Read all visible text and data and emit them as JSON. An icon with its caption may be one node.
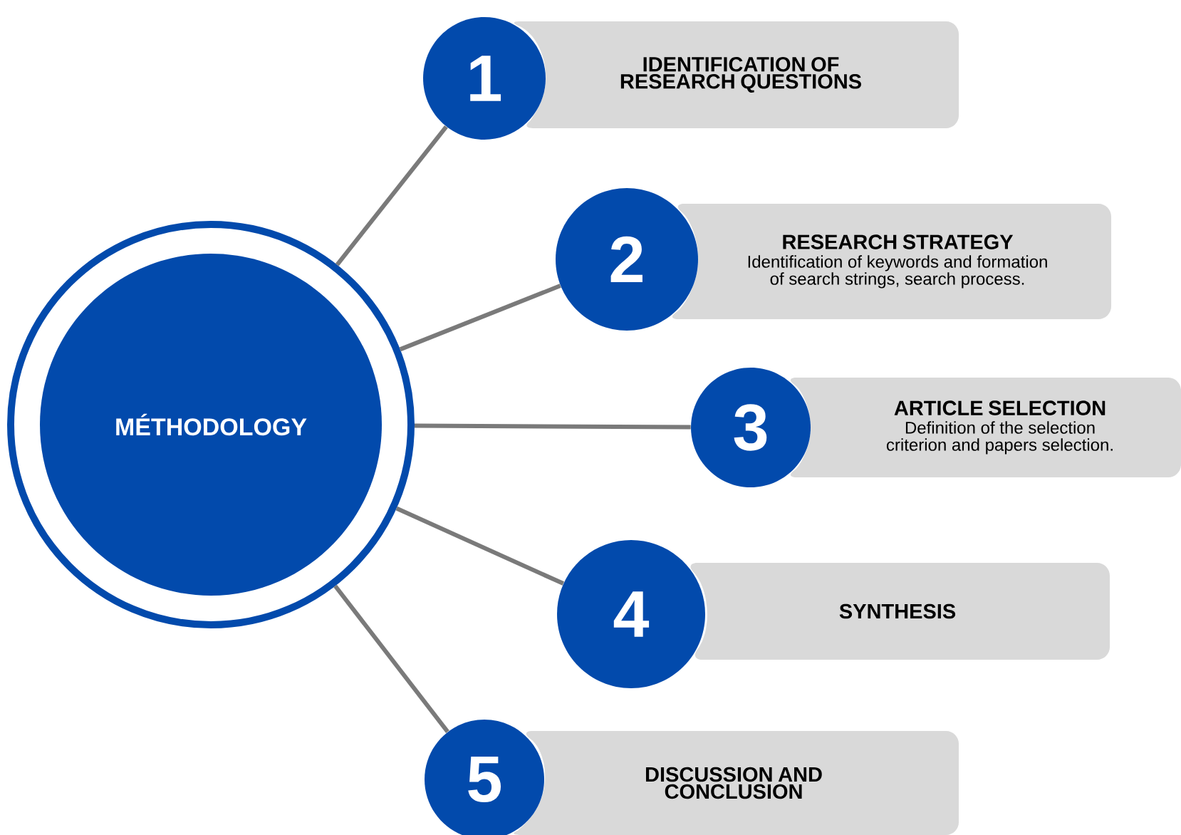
{
  "diagram": {
    "nodes": [
      {
        "text": [
          "MÉTHODOLOGY"
        ]
      },
      {
        "text": [
          "1"
        ]
      },
      {
        "text": [
          "IDENTIFICATION OF RESEARCH QUESTIONS"
        ]
      },
      {
        "text": [
          "2"
        ]
      },
      {
        "text": [
          "RESEARCH STRATEGY",
          "Identification of keywords and formation of search strings, search process."
        ]
      },
      {
        "text": [
          "3"
        ]
      },
      {
        "text": [
          "ARTICLE SELECTION",
          "Definition of the selection criterion and papers selection."
        ]
      },
      {
        "text": [
          "4"
        ]
      },
      {
        "text": [
          "SYNTHESIS"
        ]
      },
      {
        "text": [
          "5"
        ]
      },
      {
        "text": [
          "DISCUSSION AND CONCLUSION"
        ]
      }
    ],
    "edges": [
      {
        "from": 0,
        "to": 1,
        "arrow": "none"
      },
      {
        "from": 0,
        "to": 3,
        "arrow": "none"
      },
      {
        "from": 0,
        "to": 5,
        "arrow": "none"
      },
      {
        "from": 0,
        "to": 7,
        "arrow": "none"
      },
      {
        "from": 0,
        "to": 9,
        "arrow": "none"
      }
    ]
  }
}
